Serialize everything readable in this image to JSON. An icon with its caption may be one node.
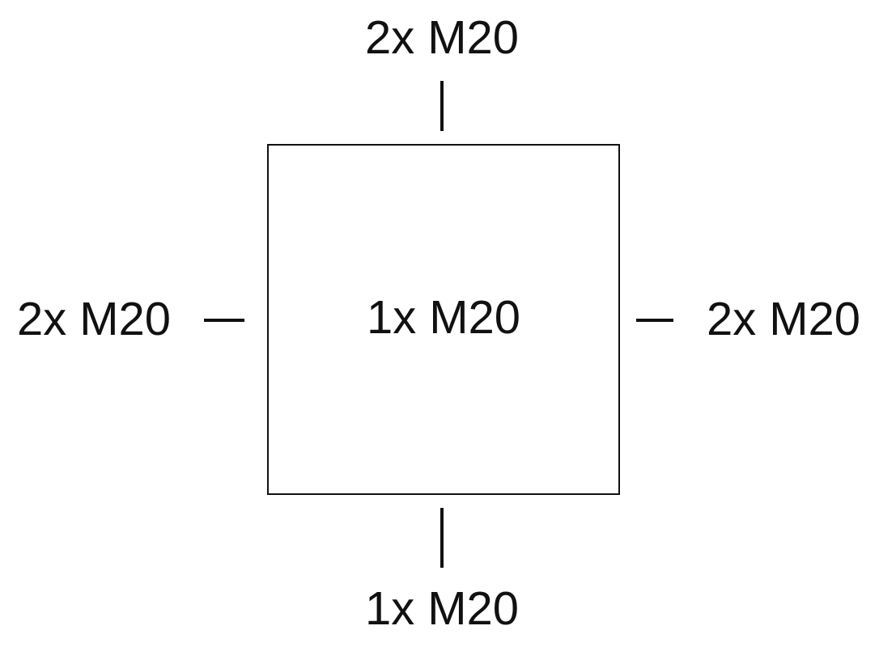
{
  "diagram": {
    "nodes": [
      {
        "text": [
          "1x M20"
        ]
      },
      {
        "text": [
          "2x M20"
        ]
      },
      {
        "text": [
          "2x M20"
        ]
      },
      {
        "text": [
          "2x M20"
        ]
      },
      {
        "text": [
          "1x M20"
        ]
      }
    ],
    "edges": [
      {
        "from": 1,
        "to": 0,
        "arrow": "none"
      },
      {
        "from": 2,
        "to": 0,
        "arrow": "none"
      },
      {
        "from": 3,
        "to": 0,
        "arrow": "none"
      },
      {
        "from": 4,
        "to": 0,
        "arrow": "none"
      }
    ]
  }
}
